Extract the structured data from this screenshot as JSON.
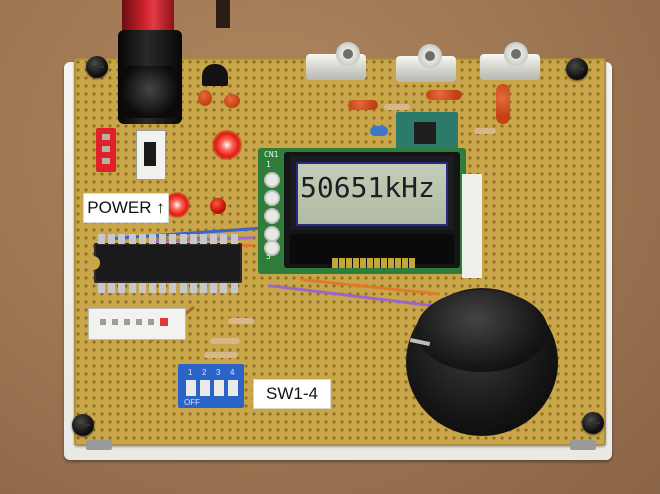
{
  "labels": {
    "power": "POWER ↑",
    "switches": "SW1-4"
  },
  "lcd": {
    "reading": "50651kHz",
    "connector_label": "CN1",
    "pin_first": "1",
    "pin_last": "5"
  },
  "dip_switch": {
    "numbers": [
      "1",
      "2",
      "3",
      "4"
    ],
    "off_text": "OFF"
  },
  "colors": {
    "board": "#c9a64a",
    "lcd_pcb": "#2e7d3a",
    "lcd_screen": "#bac4ad",
    "led_red": "#e01a12",
    "dip_blue": "#2c63c6"
  }
}
